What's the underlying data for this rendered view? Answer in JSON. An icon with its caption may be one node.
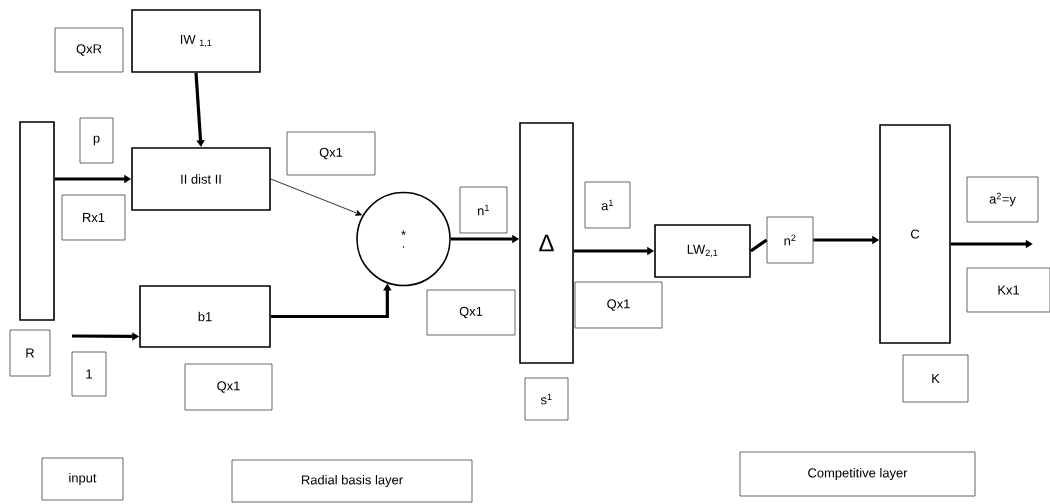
{
  "diagram": {
    "nodes": [
      {
        "text": [],
        "shape": "bar"
      },
      {
        "text": [
          "R"
        ]
      },
      {
        "text": [
          "QxR"
        ]
      },
      {
        "text": [
          "IW $_{1,1}$"
        ]
      },
      {
        "text": [
          "p"
        ]
      },
      {
        "text": [
          "II dist II"
        ]
      },
      {
        "text": [
          "Rx1"
        ]
      },
      {
        "text": [
          "Qx1"
        ]
      },
      {
        "text": [
          "b1"
        ]
      },
      {
        "text": [
          "1"
        ]
      },
      {
        "text": [
          "Qx1"
        ]
      },
      {
        "text": [
          "*",
          "."
        ]
      },
      {
        "text": [
          "n$^{1}$"
        ]
      },
      {
        "text": [
          "Qx1"
        ]
      },
      {
        "text": [
          "Δ"
        ]
      },
      {
        "text": [
          "s$^{1}$"
        ]
      },
      {
        "text": [
          "a$^{1}$"
        ]
      },
      {
        "text": [
          "Qx1"
        ]
      },
      {
        "text": [
          "LW$_{2,1}$"
        ]
      },
      {
        "text": [
          "n$^{2}$"
        ]
      },
      {
        "text": [
          "C"
        ]
      },
      {
        "text": [
          "a$^{2}$=y"
        ]
      },
      {
        "text": [
          "Kx1"
        ]
      },
      {
        "text": [
          "K"
        ]
      },
      {
        "text": [
          "input"
        ]
      },
      {
        "text": [
          "Radial basis layer"
        ]
      },
      {
        "text": [
          "Competitive layer"
        ]
      }
    ],
    "edges": [
      {
        "from": 0,
        "to": 5,
        "arrow": "to"
      },
      {
        "from": null,
        "to": 8,
        "arrow": "to"
      },
      {
        "from": 3,
        "to": 5,
        "arrow": "to"
      },
      {
        "from": 5,
        "to": 11,
        "arrow": "to"
      },
      {
        "from": 8,
        "to": 11,
        "arrow": "to"
      },
      {
        "from": 11,
        "to": 14,
        "arrow": "to"
      },
      {
        "from": 14,
        "to": 18,
        "arrow": "to"
      },
      {
        "from": 18,
        "to": 19,
        "arrow": "none"
      },
      {
        "from": 19,
        "to": 20,
        "arrow": "to"
      },
      {
        "from": 20,
        "to": null,
        "arrow": "to"
      }
    ]
  }
}
